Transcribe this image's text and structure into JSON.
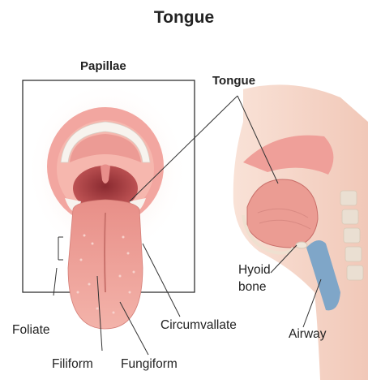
{
  "title": "Tongue",
  "labels": {
    "papillae": "Papillae",
    "tongue": "Tongue",
    "hyoid_bone_line1": "Hyoid",
    "hyoid_bone_line2": "bone",
    "airway": "Airway",
    "foliate": "Foliate",
    "circumvallate": "Circumvallate",
    "filiform": "Filiform",
    "fungiform": "Fungiform"
  },
  "colors": {
    "tongue": "#eb9c93",
    "mouth_pink": "#f2a8a1",
    "throat_dark": "#b8474a",
    "teeth": "#f7f3ee",
    "skin": "#f6d6c8",
    "airway_blue": "#7fa6c8",
    "leader_line": "#333333"
  }
}
